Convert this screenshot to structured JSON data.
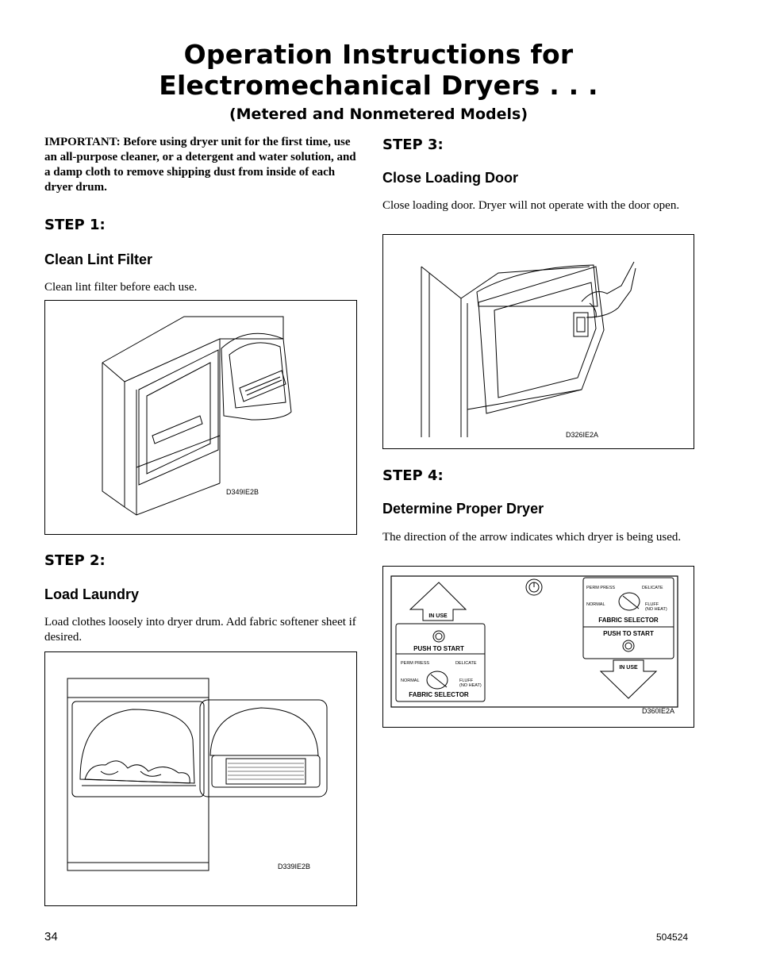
{
  "title": {
    "line1": "Operation Instructions for",
    "line2": "Electromechanical Dryers . . .",
    "subtitle": "(Metered and Nonmetered Models)"
  },
  "important": "IMPORTANT: Before using dryer unit for the first time, use an all-purpose cleaner, or a detergent and water solution, and a damp cloth to remove shipping dust from inside of each dryer drum.",
  "step1": {
    "heading": "STEP 1:",
    "subheading": "Clean Lint Filter",
    "text": "Clean lint filter before each use.",
    "figure_code": "D349IE2B"
  },
  "step2": {
    "heading": "STEP 2:",
    "subheading": "Load Laundry",
    "text": "Load clothes loosely into dryer drum. Add fabric softener sheet if desired.",
    "figure_code": "D339IE2B"
  },
  "step3": {
    "heading": "STEP 3:",
    "subheading": "Close Loading Door",
    "text": "Close loading door. Dryer will not operate with the door open.",
    "figure_code": "D326IE2A"
  },
  "step4": {
    "heading": "STEP 4:",
    "subheading": "Determine Proper Dryer",
    "text": "The direction of the arrow indicates which dryer is being used.",
    "figure_code": "D360IE2A",
    "panel": {
      "in_use": "IN USE",
      "push_to_start": "PUSH TO START",
      "perm_press": "PERM PRESS",
      "delicate": "DELICATE",
      "normal": "NORMAL",
      "fluff": "FLUFF",
      "no_heat": "(NO HEAT)",
      "fabric_selector": "FABRIC SELECTOR"
    }
  },
  "footer": {
    "page_number": "34",
    "doc_number": "504524"
  }
}
